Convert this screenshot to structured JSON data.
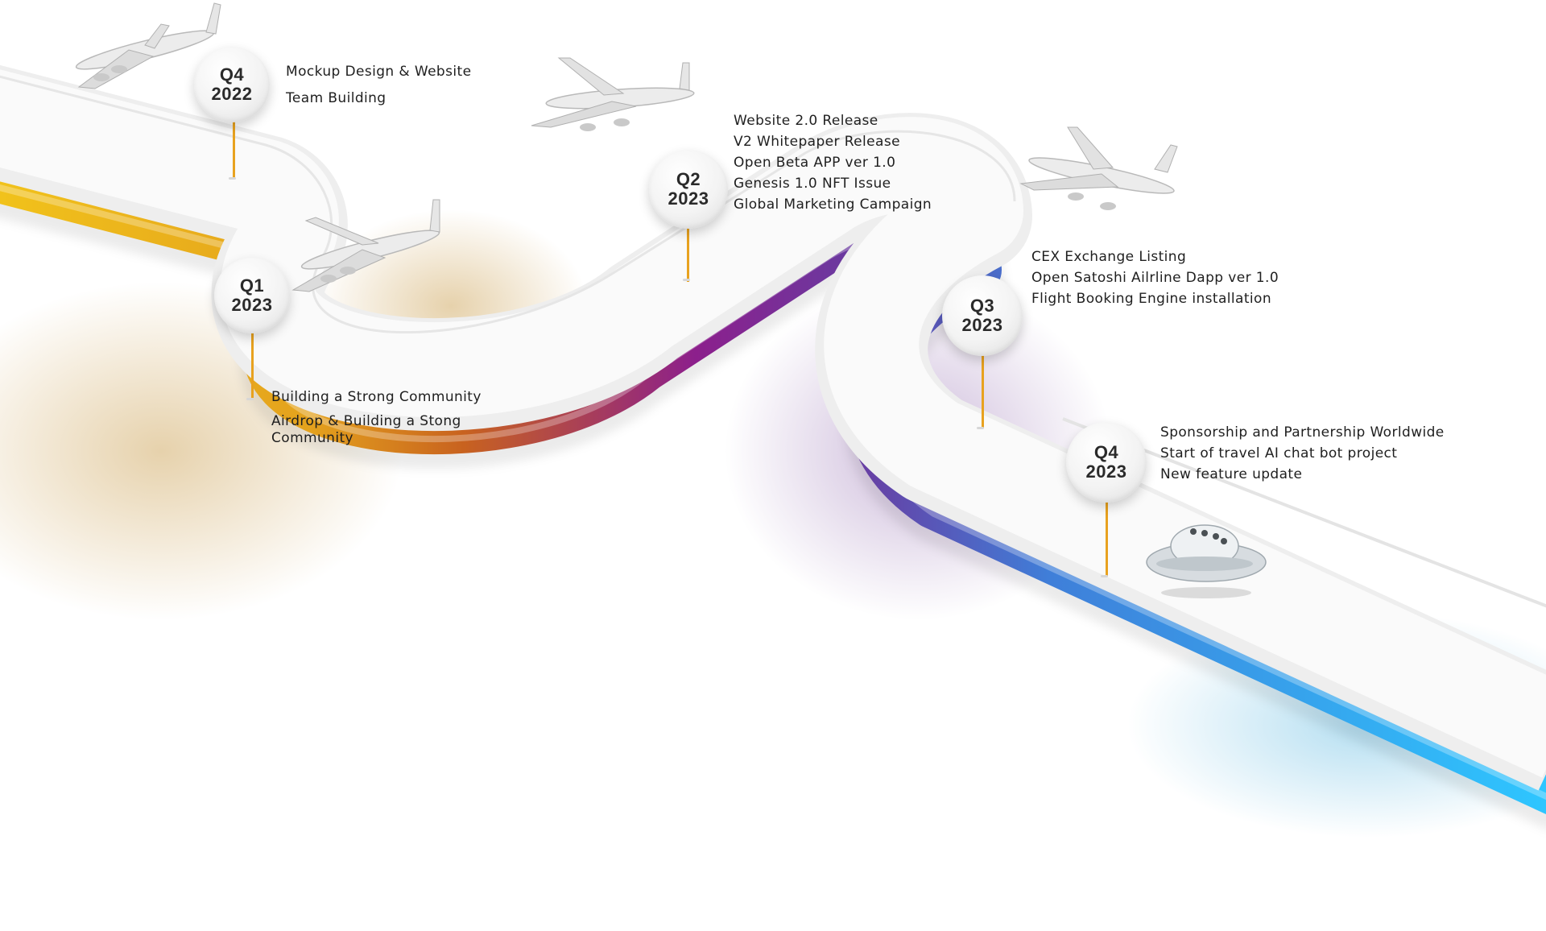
{
  "milestones": [
    {
      "quarter": "Q4",
      "year": "2022",
      "items": [
        "Mockup Design & Website",
        "Team Building"
      ]
    },
    {
      "quarter": "Q1",
      "year": "2023",
      "items": [
        "Building a Strong Community",
        "Airdrop & Building a Stong Community"
      ]
    },
    {
      "quarter": "Q2",
      "year": "2023",
      "items": [
        "Website 2.0 Release",
        "V2 Whitepaper Release",
        "Open Beta APP ver 1.0",
        "Genesis 1.0 NFT Issue",
        "Global Marketing Campaign"
      ]
    },
    {
      "quarter": "Q3",
      "year": "2023",
      "items": [
        "CEX Exchange Listing",
        "Open Satoshi Ailrline Dapp ver 1.0",
        "Flight Booking Engine installation"
      ]
    },
    {
      "quarter": "Q4",
      "year": "2023",
      "items": [
        "Sponsorship and Partnership Worldwide",
        "Start of travel AI chat bot project",
        "New feature update"
      ]
    }
  ],
  "colors": {
    "road_start": "#f1c21b",
    "road_orange": "#d5781b",
    "road_magenta": "#8c1f8c",
    "road_purple": "#6a3aa0",
    "road_blue": "#3f7fd9",
    "road_end": "#2ec6ff",
    "pin": "#e8a21f"
  },
  "icons": [
    "airplane-icon",
    "airplane-icon",
    "airplane-icon",
    "airplane-icon",
    "ufo-icon"
  ]
}
